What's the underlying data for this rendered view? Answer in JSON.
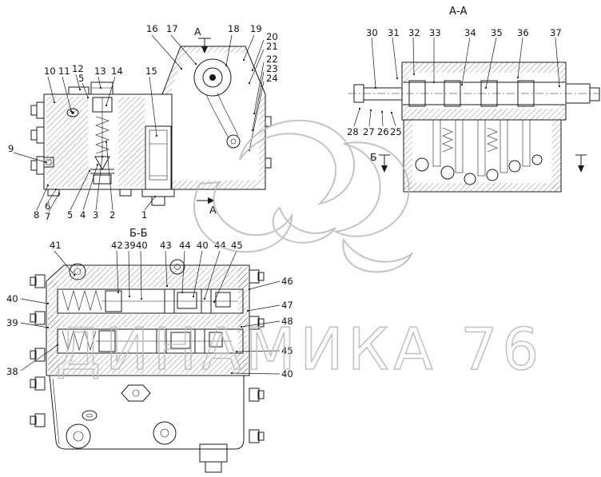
{
  "watermark": {
    "text": "ДИНАМИКА 76"
  },
  "titles": {
    "section_aa": "А-А",
    "section_bb": "Б-Б"
  },
  "markers": {
    "a": "А",
    "b": "Б"
  },
  "callouts": {
    "side_top_upper": [
      "16",
      "17",
      "18",
      "19"
    ],
    "side_right": [
      "20",
      "21",
      "22",
      "23",
      "24"
    ],
    "side_top": [
      "10",
      "11",
      "12",
      "5",
      "13",
      "14",
      "15"
    ],
    "side_left": [
      "9"
    ],
    "side_bottom": [
      "8",
      "6",
      "7",
      "5",
      "4",
      "3",
      "2",
      "1"
    ],
    "aa_top": [
      "30",
      "31",
      "32",
      "33",
      "34",
      "35",
      "36",
      "37"
    ],
    "aa_bottom": [
      "28",
      "27",
      "26",
      "25"
    ],
    "bb_top": [
      "41",
      "42",
      "39",
      "40",
      "43",
      "44",
      "40",
      "44",
      "45"
    ],
    "bb_left": [
      "40",
      "39",
      "38"
    ],
    "bb_right": [
      "46",
      "47",
      "48",
      "45",
      "40"
    ]
  },
  "colors": {
    "line": "#1a1a1a",
    "watermark": "#bdbdbd",
    "background": "#ffffff"
  }
}
